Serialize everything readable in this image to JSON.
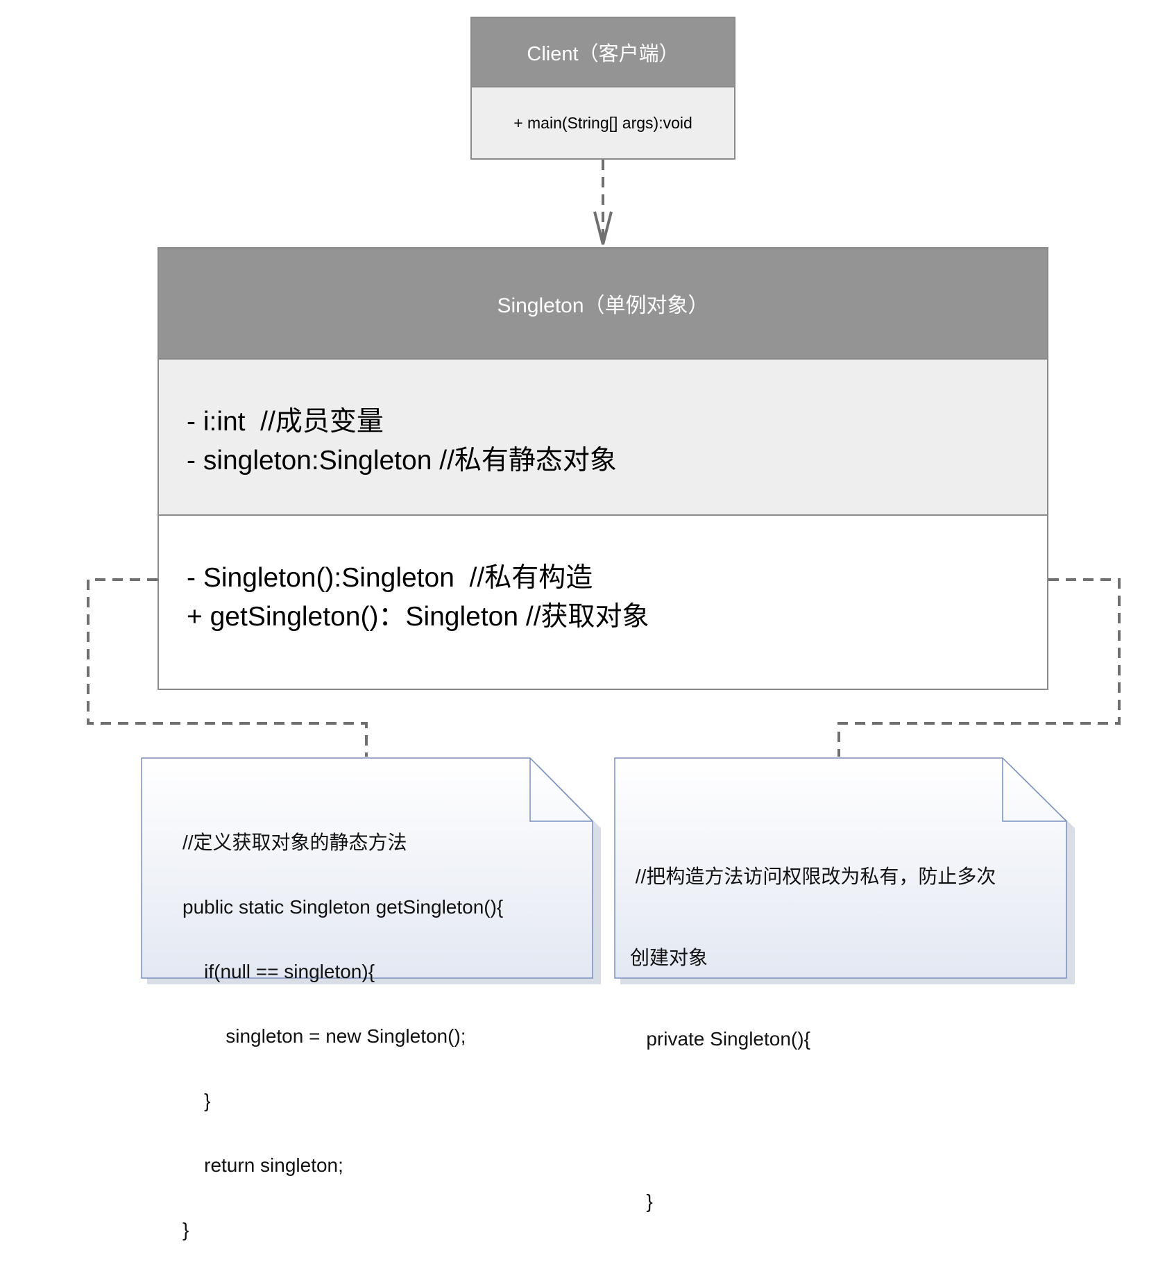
{
  "client": {
    "title": "Client（客户端）",
    "method": "+ main(String[] args):void"
  },
  "singleton": {
    "title": "Singleton（单例对象）",
    "attributes": [
      "- i:int  //成员变量",
      "- singleton:Singleton //私有静态对象"
    ],
    "operations": [
      "- Singleton():Singleton  //私有构造",
      "+ getSingleton()：Singleton //获取对象"
    ]
  },
  "notes": {
    "left": {
      "lines": [
        "//定义获取对象的静态方法",
        "public static Singleton getSingleton(){",
        "    if(null == singleton){",
        "        singleton = new Singleton();",
        "    }",
        "    return singleton;",
        "}"
      ]
    },
    "right": {
      "lines": [
        " //把构造方法访问权限改为私有，防止多次",
        "创建对象",
        "   private Singleton(){",
        "",
        "   }"
      ]
    }
  },
  "colors": {
    "header": "#949494",
    "attribute_bg": "#eeeeee",
    "border": "#8a8a8a",
    "note_border": "#7a8fc0",
    "connector": "#707070"
  }
}
